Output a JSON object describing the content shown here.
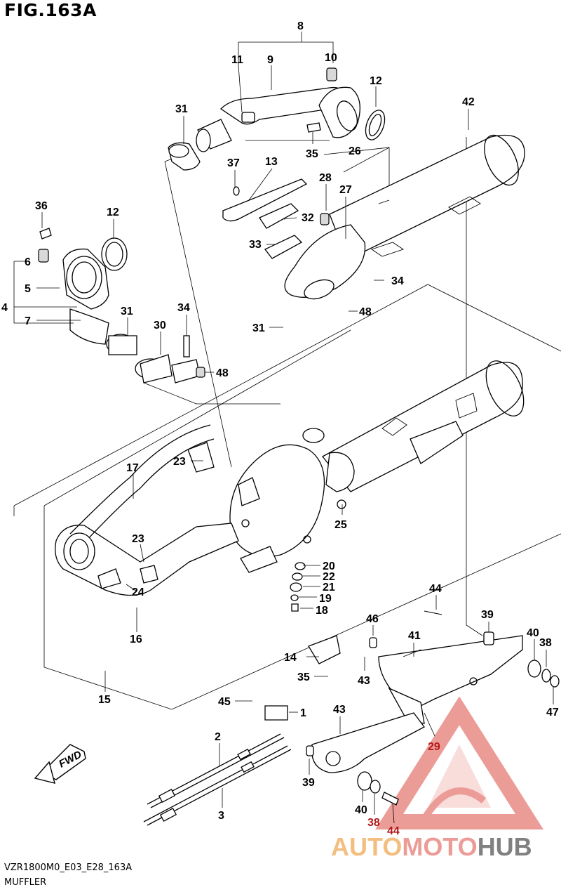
{
  "figure": {
    "title": "FIG.163A",
    "code": "VZR1800M0_E03_E28_163A",
    "section": "MUFFLER",
    "fwd_label": "FWD"
  },
  "watermark": {
    "text_auto": "AUTO",
    "text_moto": "MOTO",
    "text_hub": "HUB",
    "color_orange": "#f2b36b",
    "color_red": "#e98b86",
    "color_grey": "#6b6b6b"
  },
  "callouts": [
    {
      "id": "c8",
      "label": "8"
    },
    {
      "id": "c11",
      "label": "11"
    },
    {
      "id": "c9",
      "label": "9"
    },
    {
      "id": "c10",
      "label": "10"
    },
    {
      "id": "c12a",
      "label": "12"
    },
    {
      "id": "c31a",
      "label": "31"
    },
    {
      "id": "c42",
      "label": "42"
    },
    {
      "id": "c35a",
      "label": "35"
    },
    {
      "id": "c37",
      "label": "37"
    },
    {
      "id": "c13",
      "label": "13"
    },
    {
      "id": "c26",
      "label": "26"
    },
    {
      "id": "c28",
      "label": "28"
    },
    {
      "id": "c27",
      "label": "27"
    },
    {
      "id": "c32",
      "label": "32"
    },
    {
      "id": "c36",
      "label": "36"
    },
    {
      "id": "c12b",
      "label": "12"
    },
    {
      "id": "c33",
      "label": "33"
    },
    {
      "id": "c6",
      "label": "6"
    },
    {
      "id": "c5",
      "label": "5"
    },
    {
      "id": "c4",
      "label": "4"
    },
    {
      "id": "c7",
      "label": "7"
    },
    {
      "id": "c31b",
      "label": "31"
    },
    {
      "id": "c34a",
      "label": "34"
    },
    {
      "id": "c34b",
      "label": "34"
    },
    {
      "id": "c30",
      "label": "30"
    },
    {
      "id": "c48a",
      "label": "48"
    },
    {
      "id": "c31c",
      "label": "31"
    },
    {
      "id": "c48b",
      "label": "48"
    },
    {
      "id": "c17",
      "label": "17"
    },
    {
      "id": "c23a",
      "label": "23"
    },
    {
      "id": "c25",
      "label": "25"
    },
    {
      "id": "c23b",
      "label": "23"
    },
    {
      "id": "c24",
      "label": "24"
    },
    {
      "id": "c20",
      "label": "20"
    },
    {
      "id": "c22",
      "label": "22"
    },
    {
      "id": "c21",
      "label": "21"
    },
    {
      "id": "c19",
      "label": "19"
    },
    {
      "id": "c18",
      "label": "18"
    },
    {
      "id": "c16",
      "label": "16"
    },
    {
      "id": "c44a",
      "label": "44"
    },
    {
      "id": "c46",
      "label": "46"
    },
    {
      "id": "c39a",
      "label": "39"
    },
    {
      "id": "c41",
      "label": "41"
    },
    {
      "id": "c40a",
      "label": "40"
    },
    {
      "id": "c38a",
      "label": "38"
    },
    {
      "id": "c14",
      "label": "14"
    },
    {
      "id": "c43a",
      "label": "43"
    },
    {
      "id": "c35b",
      "label": "35"
    },
    {
      "id": "c47",
      "label": "47"
    },
    {
      "id": "c15",
      "label": "15"
    },
    {
      "id": "c45",
      "label": "45"
    },
    {
      "id": "c1",
      "label": "1"
    },
    {
      "id": "c43b",
      "label": "43"
    },
    {
      "id": "c2",
      "label": "2"
    },
    {
      "id": "c29",
      "label": "29"
    },
    {
      "id": "c39b",
      "label": "39"
    },
    {
      "id": "c3",
      "label": "3"
    },
    {
      "id": "c40b",
      "label": "40"
    },
    {
      "id": "c38b",
      "label": "38"
    },
    {
      "id": "c44b",
      "label": "44"
    }
  ]
}
